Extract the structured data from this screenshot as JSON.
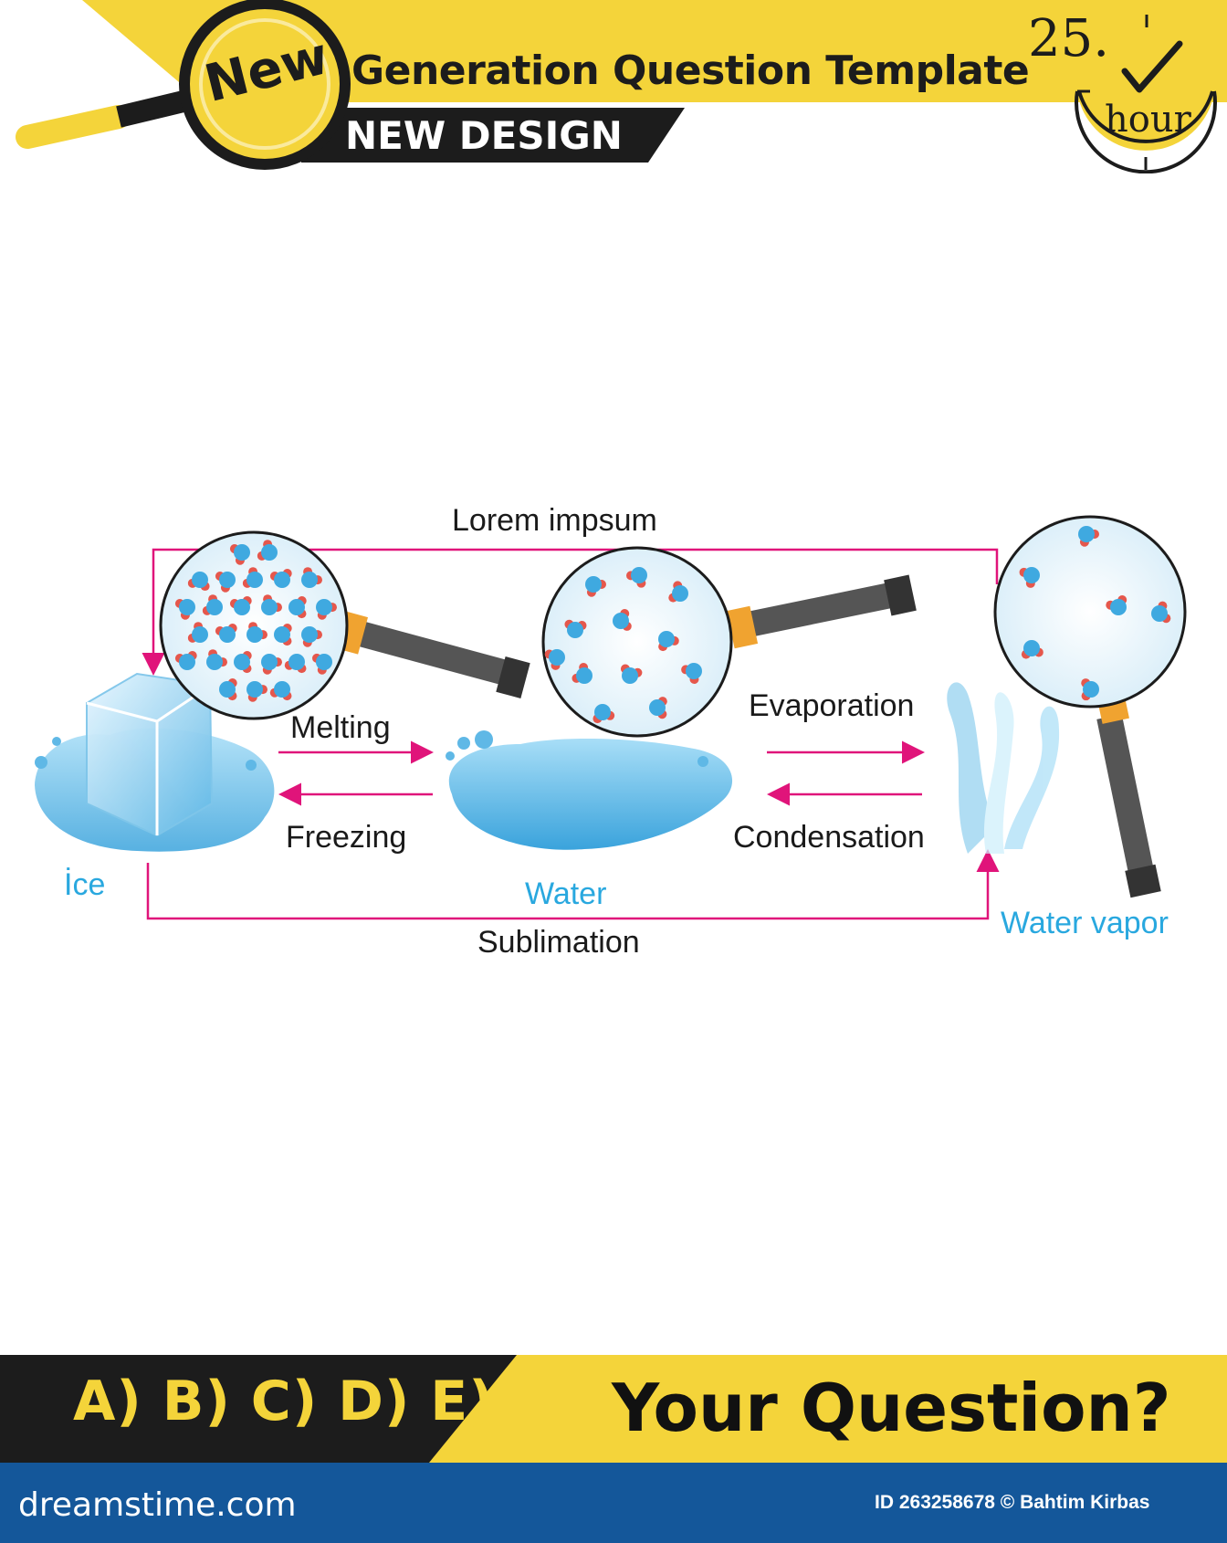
{
  "header": {
    "badge": "New",
    "title": "Generation Question Template",
    "subtitle": "NEW DESIGN",
    "timer_value": "25.",
    "timer_unit": "hour"
  },
  "diagram": {
    "top_label": "Lorem impsum",
    "bottom_label": "Sublimation",
    "processes": {
      "melting": "Melting",
      "freezing": "Freezing",
      "evaporation": "Evaporation",
      "condensation": "Condensation"
    },
    "states": {
      "ice": "İce",
      "water": "Water",
      "vapor": "Water vapor"
    }
  },
  "footer": {
    "answers": "A) B) C) D) E)",
    "question": "Your Question?",
    "brand": "dreamstime.com",
    "credit": "ID 263258678 © Bahtim Kirbas"
  },
  "colors": {
    "yellow": "#f4d43a",
    "dark": "#1c1c1c",
    "arrow": "#e0147a",
    "state_blue": "#29a8df",
    "footer_bar": "#14579a"
  },
  "icons": [
    "magnifier-icon",
    "stopwatch-icon",
    "check-icon",
    "ice-cube-icon",
    "water-puddle-icon",
    "vapor-icon"
  ]
}
